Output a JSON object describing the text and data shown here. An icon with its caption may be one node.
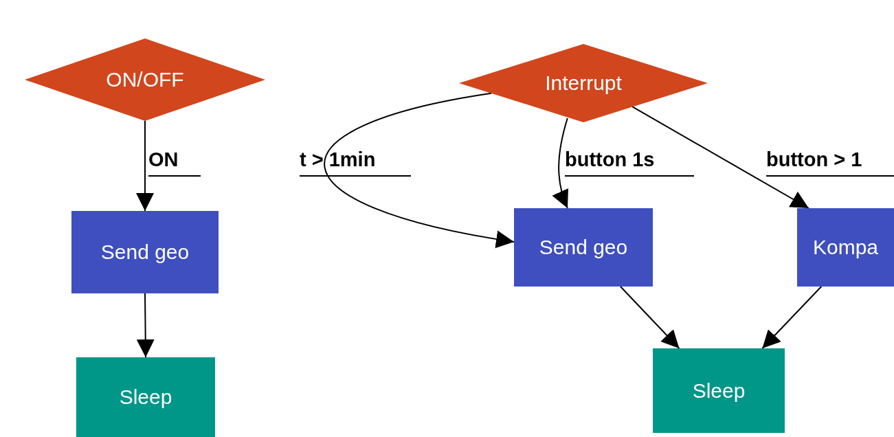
{
  "diagram": {
    "nodes": [
      {
        "text": [
          "ON/OFF"
        ]
      },
      {
        "text": [
          "Send geo"
        ]
      },
      {
        "text": [
          "Sleep"
        ]
      },
      {
        "text": [
          "Interrupt"
        ]
      },
      {
        "text": [
          "Send geo"
        ]
      },
      {
        "text": [
          "Kompa"
        ]
      },
      {
        "text": [
          "Sleep"
        ]
      }
    ],
    "edges": [
      {
        "from": 0,
        "to": 1,
        "arrow": "to",
        "label": "ON"
      },
      {
        "from": 1,
        "to": 2,
        "arrow": "to"
      },
      {
        "from": 3,
        "to": 4,
        "arrow": "to",
        "label": "t > 1min"
      },
      {
        "from": 3,
        "to": 4,
        "arrow": "to",
        "label": "button 1s"
      },
      {
        "from": 3,
        "to": 5,
        "arrow": "to",
        "label": "button > 1"
      },
      {
        "from": 4,
        "to": 6,
        "arrow": "to"
      },
      {
        "from": 5,
        "to": 6,
        "arrow": "to"
      }
    ]
  }
}
